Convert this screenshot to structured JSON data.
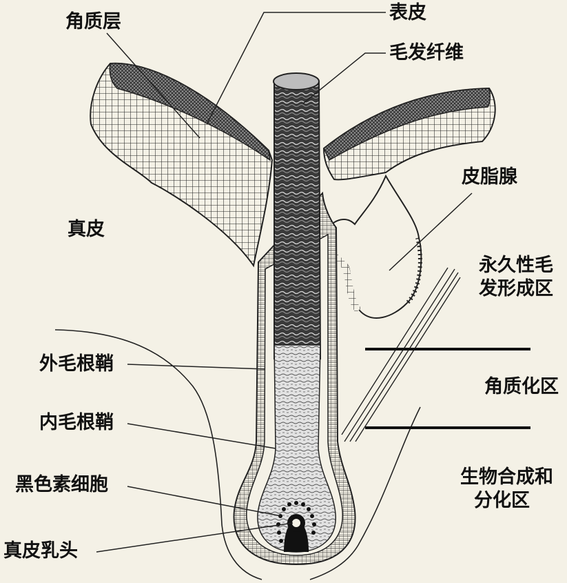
{
  "labels": {
    "stratum_corneum": "角质层",
    "epidermis": "表皮",
    "hair_fiber": "毛发纤维",
    "sebaceous_gland": "皮脂腺",
    "dermis": "真皮",
    "permanent_zone_line1": "永久性毛",
    "permanent_zone_line2": "发形成区",
    "outer_root_sheath": "外毛根鞘",
    "keratinization_zone": "角质化区",
    "inner_root_sheath": "内毛根鞘",
    "biosynthesis_zone_line1": "生物合成和",
    "biosynthesis_zone_line2": "分化区",
    "melanocytes": "黑色素细胞",
    "dermal_papilla": "真皮乳头"
  }
}
